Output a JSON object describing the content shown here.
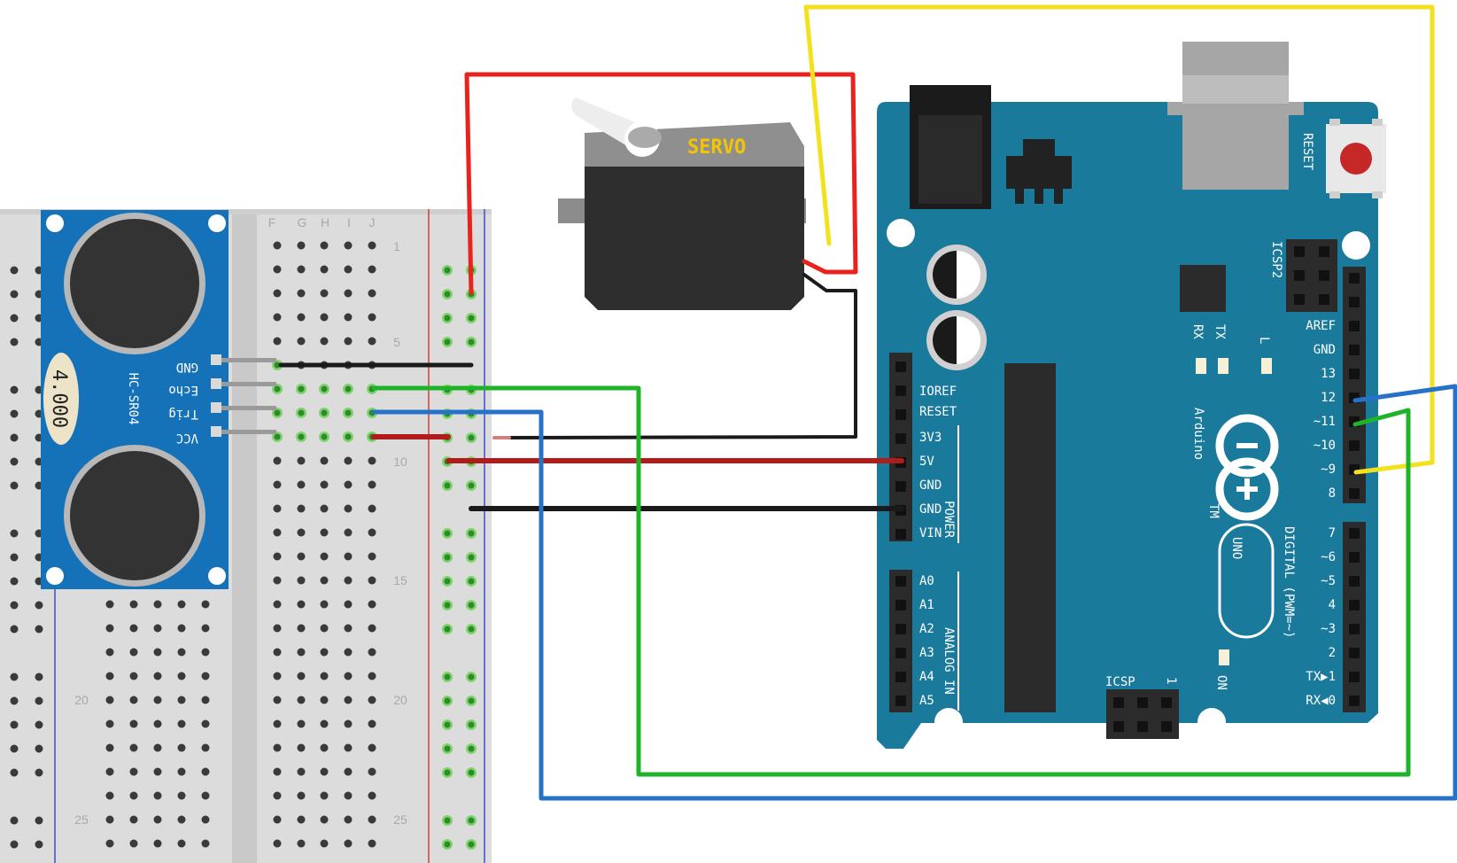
{
  "sensor": {
    "model": "HC-SR04",
    "crystal": "4.000",
    "pins": [
      "GND",
      "Echo",
      "Trig",
      "VCC"
    ]
  },
  "servo": {
    "label": "SERVO"
  },
  "breadboard": {
    "columns": [
      "F",
      "G",
      "H",
      "I",
      "J"
    ],
    "row_numbers_right": [
      "1",
      "5",
      "10",
      "15",
      "20",
      "25"
    ],
    "row_numbers_left": [
      "20",
      "25"
    ]
  },
  "arduino": {
    "brand": "Arduino",
    "tm": "TM",
    "model": "UNO",
    "reset": "RESET",
    "icsp2": "ICSP2",
    "icsp": "ICSP",
    "icsp_pin1": "1",
    "on": "ON",
    "tx": "TX",
    "rx": "RX",
    "l": "L",
    "power_header": [
      "IOREF",
      "RESET",
      "3V3",
      "5V",
      "GND",
      "GND",
      "VIN"
    ],
    "power_title": "POWER",
    "analog_header": [
      "A0",
      "A1",
      "A2",
      "A3",
      "A4",
      "A5"
    ],
    "analog_title": "ANALOG IN",
    "digital_top": [
      "AREF",
      "GND",
      "13",
      "12",
      "~11",
      "~10",
      "~9",
      "8"
    ],
    "digital_bottom": [
      "7",
      "~6",
      "~5",
      "4",
      "~3",
      "2",
      "TX▶1",
      "RX◀0"
    ],
    "digital_title": "DIGITAL (PWM=~)"
  },
  "wire_colors": {
    "red": "#e8231d",
    "black": "#1a1a1a",
    "yellow": "#f2e21d",
    "green": "#1fb32a",
    "blue": "#2672c8"
  },
  "colors": {
    "board": "#1a7a9c",
    "sensor": "#1672b8"
  }
}
